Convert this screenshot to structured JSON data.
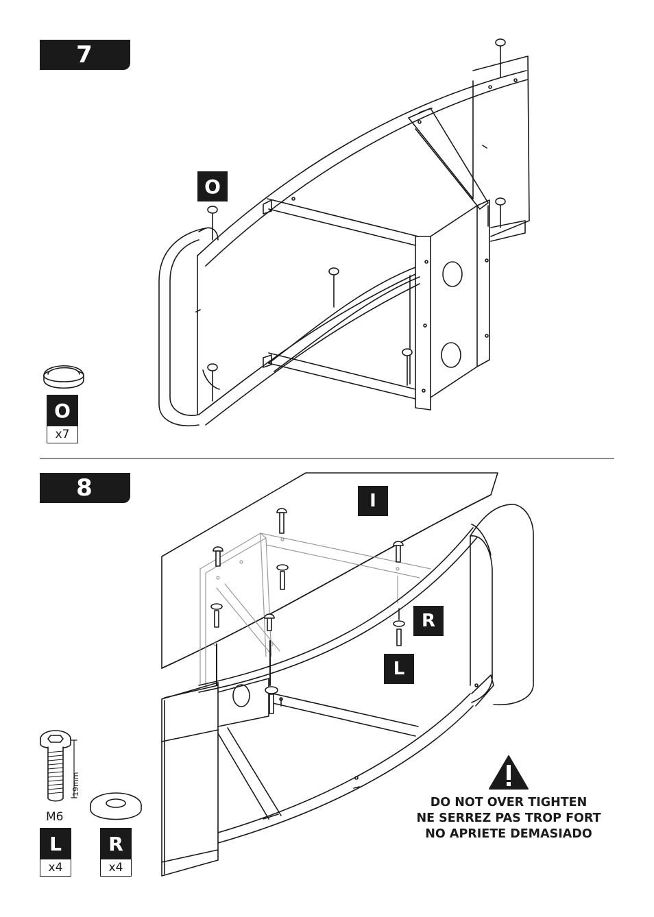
{
  "steps": {
    "step7": {
      "number": "7"
    },
    "step8": {
      "number": "8"
    }
  },
  "parts": {
    "O": {
      "label": "O",
      "quantity": "x7"
    },
    "I": {
      "label": "I"
    },
    "L": {
      "label": "L",
      "quantity": "x4",
      "size": "M6",
      "length": "19mm"
    },
    "R": {
      "label": "R",
      "quantity": "x4"
    }
  },
  "warning": {
    "line_en": "DO NOT OVER TIGHTEN",
    "line_fr": "NE SERREZ PAS TROP FORT",
    "line_es": "NO APRIETE DEMASIADO"
  },
  "icons": [
    "warning-triangle-icon",
    "cap-icon",
    "bolt-icon",
    "washer-icon"
  ]
}
